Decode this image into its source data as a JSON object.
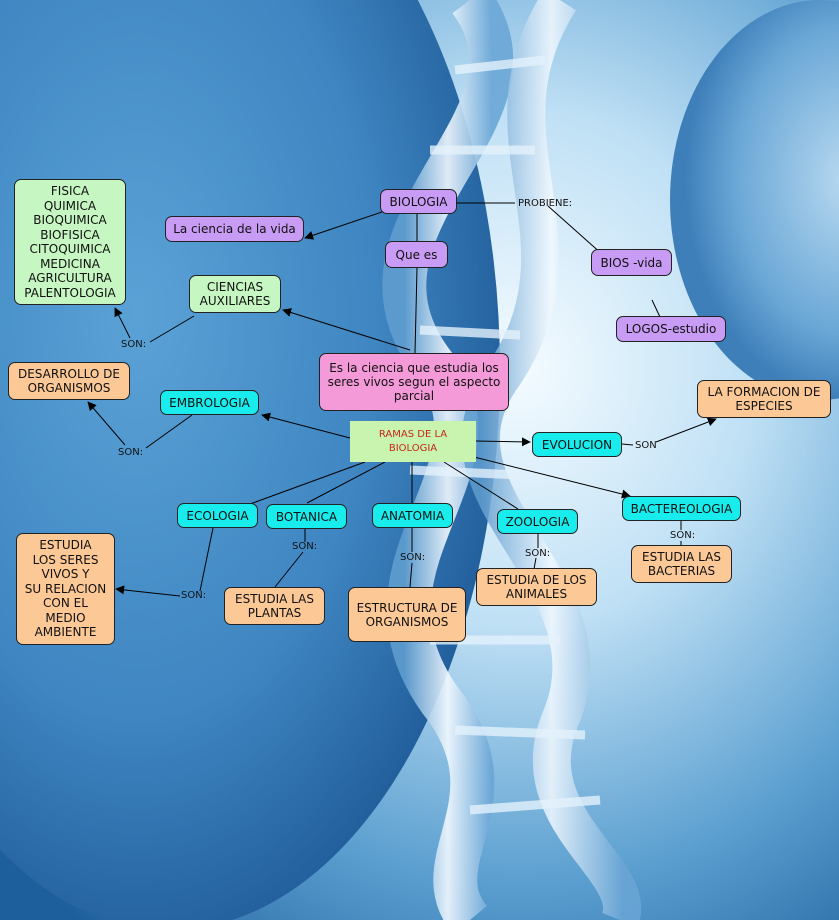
{
  "nodes": {
    "biologia": "BIOLOGIA",
    "ciencia_vida": "La ciencia de la vida",
    "que_es": "Que es",
    "bios": "BIOS -vida",
    "logos": "LOGOS-estudio",
    "ciencias_auxiliares": "CIENCIAS\nAUXILIARES",
    "auxiliares_list": "FISICA\nQUIMICA\nBIOQUIMICA\nBIOFISICA\nCITOQUIMICA\nMEDICINA\nAGRICULTURA\nPALENTOLOGIA",
    "definicion": "Es la ciencia que estudia los\nseres vivos segun el aspecto\nparcial",
    "desarrollo": "DESARROLLO DE\nORGANISMOS",
    "embrologia": "EMBROLOGIA",
    "ramas": "RAMAS DE LA BIOLOGIA",
    "evolucion": "EVOLUCION",
    "formacion": "LA FORMACION DE\nESPECIES",
    "bactereologia": "BACTEREOLOGIA",
    "estudia_bacterias": "ESTUDIA LAS\nBACTERIAS",
    "ecologia": "ECOLOGIA",
    "botanica": "BOTANICA",
    "anatomia": "ANATOMIA",
    "zoologia": "ZOOLOGIA",
    "estudia_seres": "ESTUDIA\nLOS SERES\nVIVOS Y\nSU RELACION\nCON EL\nMEDIO\nAMBIENTE",
    "estudia_plantas": "ESTUDIA LAS\nPLANTAS",
    "estructura": "ESTRUCTURA DE\nORGANISMOS",
    "estudia_animales": "ESTUDIA DE LOS\nANIMALES"
  },
  "labels": {
    "probiene": "PROBIENE:",
    "son": "SON:",
    "son_plain": "SON"
  },
  "colors": {
    "purple": "#c89cf4",
    "green": "#c6f7c2",
    "cyan": "#19ecec",
    "orange": "#fbc896",
    "pink": "#f59ad8",
    "lime": "#c9f4b0",
    "ramas_text": "#c3271a"
  }
}
